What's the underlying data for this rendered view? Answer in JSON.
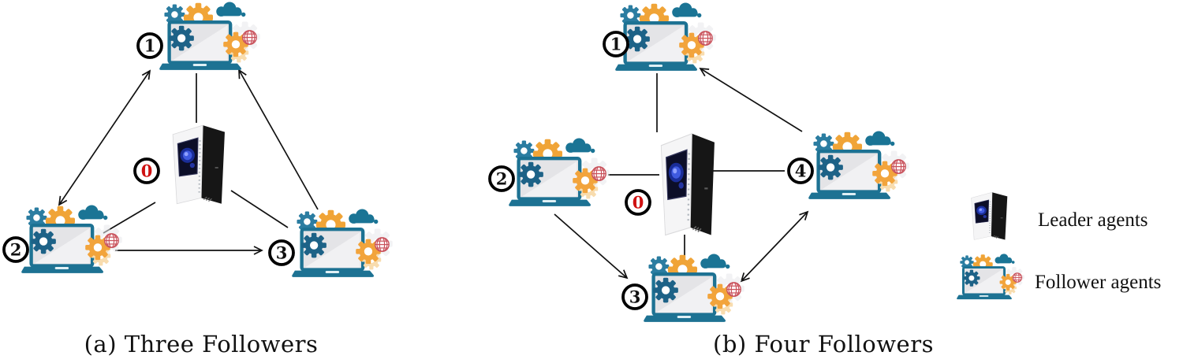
{
  "figure": {
    "panels": [
      {
        "id": "a",
        "caption": "(a) Three Followers",
        "leader": {
          "label": "0",
          "icon": "leader-tower-icon"
        },
        "followers": [
          {
            "label": "1",
            "icon": "follower-laptop-icon"
          },
          {
            "label": "2",
            "icon": "follower-laptop-icon"
          },
          {
            "label": "3",
            "icon": "follower-laptop-icon"
          }
        ],
        "edges": [
          {
            "from": "0",
            "to": "1",
            "style": "plain-line"
          },
          {
            "from": "0",
            "to": "2",
            "style": "plain-line"
          },
          {
            "from": "0",
            "to": "3",
            "style": "plain-line"
          },
          {
            "from": "1",
            "to": "2",
            "style": "double-arrow"
          },
          {
            "from": "2",
            "to": "3",
            "style": "arrow"
          },
          {
            "from": "3",
            "to": "1",
            "style": "arrow"
          }
        ]
      },
      {
        "id": "b",
        "caption": "(b) Four Followers",
        "leader": {
          "label": "0",
          "icon": "leader-tower-icon"
        },
        "followers": [
          {
            "label": "1",
            "icon": "follower-laptop-icon"
          },
          {
            "label": "2",
            "icon": "follower-laptop-icon"
          },
          {
            "label": "3",
            "icon": "follower-laptop-icon"
          },
          {
            "label": "4",
            "icon": "follower-laptop-icon"
          }
        ],
        "edges": [
          {
            "from": "0",
            "to": "1",
            "style": "plain-line"
          },
          {
            "from": "0",
            "to": "2",
            "style": "plain-line"
          },
          {
            "from": "0",
            "to": "3",
            "style": "plain-line"
          },
          {
            "from": "0",
            "to": "4",
            "style": "plain-line"
          },
          {
            "from": "2",
            "to": "3",
            "style": "arrow"
          },
          {
            "from": "4",
            "to": "1",
            "style": "arrow"
          },
          {
            "from": "3",
            "to": "4",
            "style": "double-arrow"
          }
        ]
      }
    ],
    "legend": {
      "items": [
        {
          "icon": "leader-tower-icon",
          "label": "Leader agents"
        },
        {
          "icon": "follower-laptop-icon",
          "label": "Follower agents"
        }
      ]
    },
    "colors": {
      "laptop_teal": "#1d7293",
      "gear_teal_light": "#2b7da1",
      "gear_teal_dark": "#1d6287",
      "gear_orange": "#f0a437",
      "cloud_teal": "#1a7495",
      "globe_red": "#c8505a",
      "leader_number_red": "#cf1111",
      "edge_black": "#111111"
    }
  }
}
